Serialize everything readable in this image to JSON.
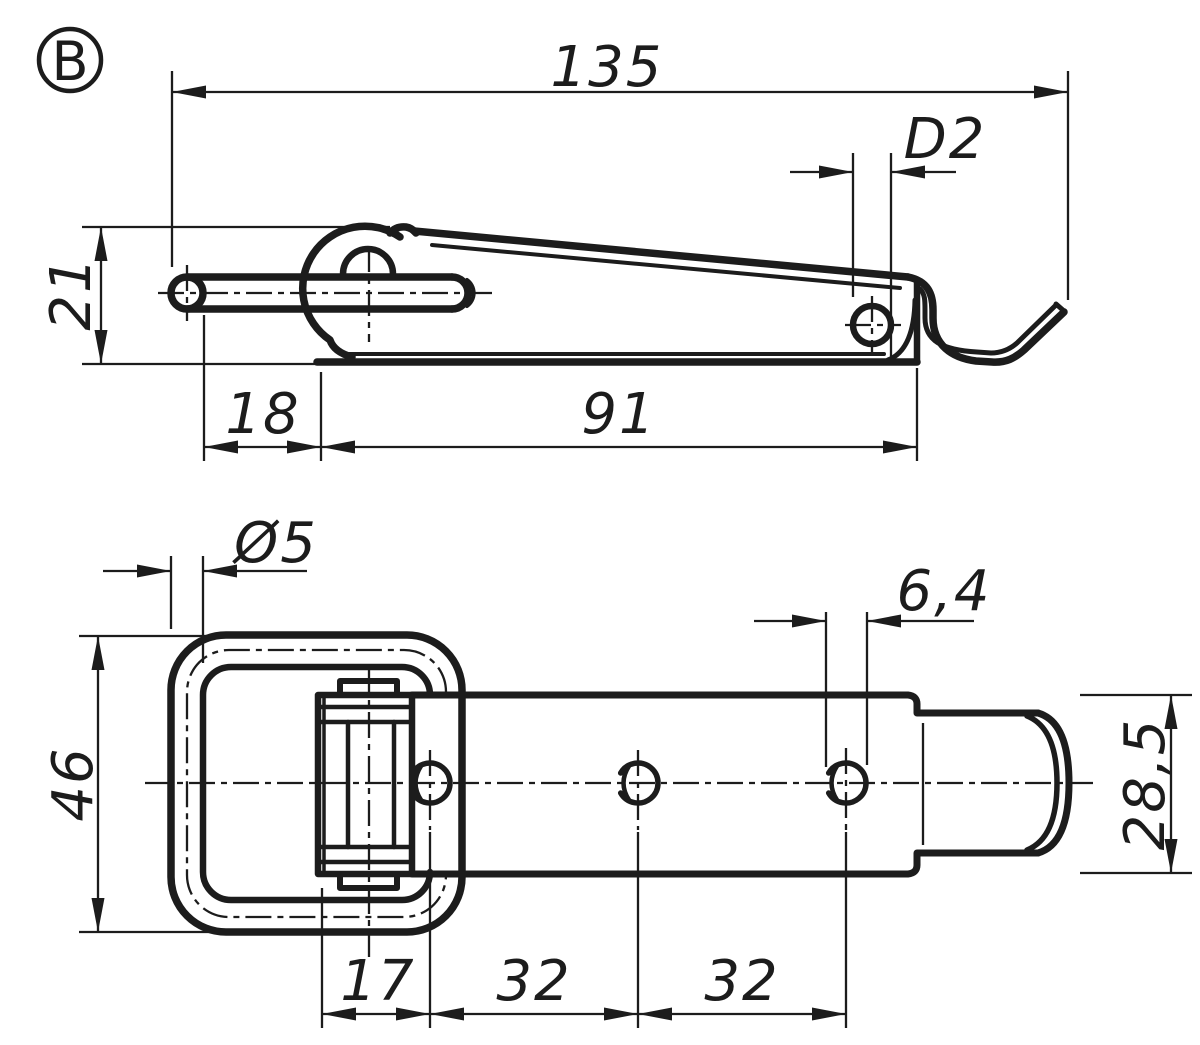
{
  "page": {
    "background": "#ffffff",
    "line_color": "#1c1c1c",
    "kind": "technical drawing, draw latch, two orthographic views"
  },
  "balloon": {
    "label": "B"
  },
  "side_view": {
    "dims": {
      "overall_length": "135",
      "hook_hole_diameter": "D2",
      "height": "21",
      "loop_overhang": "18",
      "base_length": "91"
    }
  },
  "plan_view": {
    "dims": {
      "wire_diameter": "Ø5",
      "hole_diameter": "6,4",
      "loop_width": "46",
      "strap_width": "28,5",
      "first_hole_offset": "17",
      "hole_pitch_a": "32",
      "hole_pitch_b": "32"
    }
  }
}
